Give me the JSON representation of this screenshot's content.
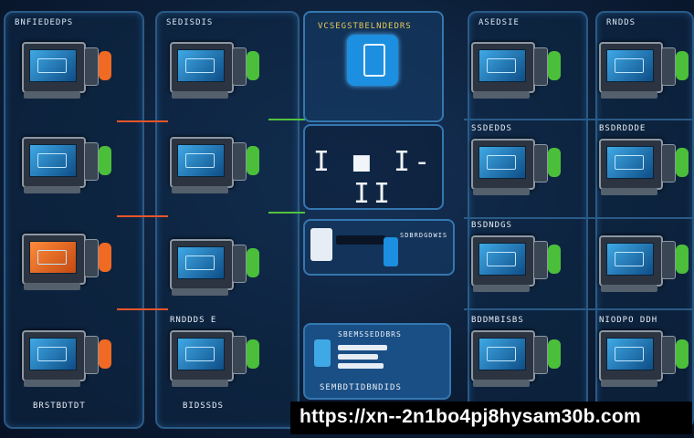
{
  "columns": [
    {
      "title": "BNFIEDEDPS",
      "devices": [
        "blue",
        "blue",
        "orange",
        "blue"
      ],
      "tags": [
        "orange",
        "green",
        "orange",
        "orange"
      ]
    },
    {
      "title": "SEDISDIS",
      "devices": [
        "blue",
        "blue",
        "blue",
        "blue"
      ],
      "tags": [
        "green",
        "green",
        "green",
        "green"
      ]
    },
    {
      "title": "ASEDSIE",
      "devices": [
        "blue",
        "blue",
        "blue",
        "blue"
      ],
      "tags": [
        "green",
        "green",
        "green",
        "green"
      ]
    },
    {
      "title": "RNDDS",
      "devices": [
        "blue",
        "blue",
        "blue",
        "blue"
      ],
      "tags": [
        "green",
        "green",
        "green",
        "green"
      ]
    }
  ],
  "labels": {
    "col1_bottom": "BRSTBDTDT",
    "col2_mid": "RNDDDS E",
    "col2_bottom": "BIDSSDS",
    "col3_top2": "SSDEDDS",
    "col3_mid": "BSDNDGS",
    "col3_low": "BDDMBISBS",
    "col4_top2": "BSDRDDDE",
    "col4_low": "NIODPO DDH"
  },
  "middle": {
    "title": "VCSEGSTBELNDEDRS",
    "digits": "I ■ I-II",
    "card1_label": "SDBRDGDWIS",
    "card2_title": "SBEMSSEDDBRS",
    "footer": "SEMBDTIDBNDIDS"
  },
  "watermark": {
    "url": "https://xn--2n1bo4pj8hysam30b.com"
  },
  "colors": {
    "accent": "#1d8fe0",
    "orange": "#f06a24",
    "green": "#4bbf3a",
    "line_orange": "#e8552a",
    "line_green": "#52c23c"
  }
}
